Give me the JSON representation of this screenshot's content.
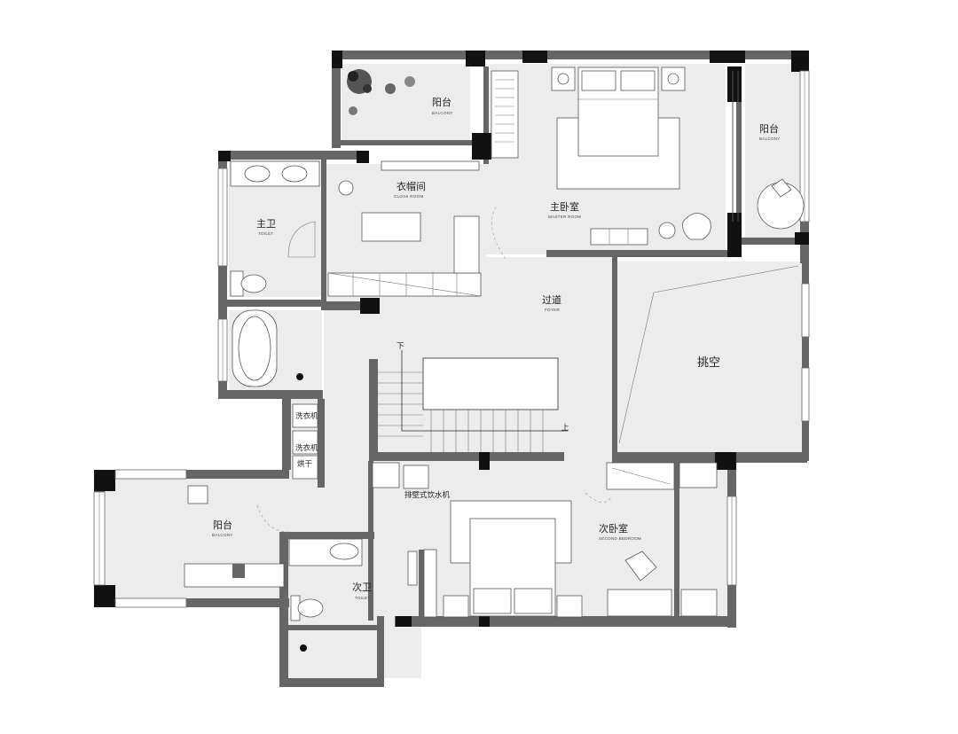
{
  "rooms": {
    "balcony_top": {
      "cn": "阳台",
      "en": "BALCONY"
    },
    "balcony_right": {
      "cn": "阳台",
      "en": "BALCONY"
    },
    "balcony_left": {
      "cn": "阳台",
      "en": "BALCONY"
    },
    "cloakroom": {
      "cn": "衣帽间",
      "en": "CLOAK ROOM"
    },
    "master_bedroom": {
      "cn": "主卧室",
      "en": "MASTER ROOM"
    },
    "master_toilet": {
      "cn": "主卫",
      "en": "TOILET"
    },
    "foyer": {
      "cn": "过道",
      "en": "FOYER"
    },
    "void": {
      "cn": "挑空"
    },
    "second_bedroom": {
      "cn": "次卧室",
      "en": "SECOND BEDROOM"
    },
    "second_toilet": {
      "cn": "次卫",
      "en": "TOILET"
    }
  },
  "appliances": {
    "washer": "洗衣机",
    "washer2": "洗衣机",
    "dryer": "烘干",
    "water_dispenser": "排壁式饮水机"
  },
  "stairs": {
    "down": "下",
    "up": "上"
  }
}
